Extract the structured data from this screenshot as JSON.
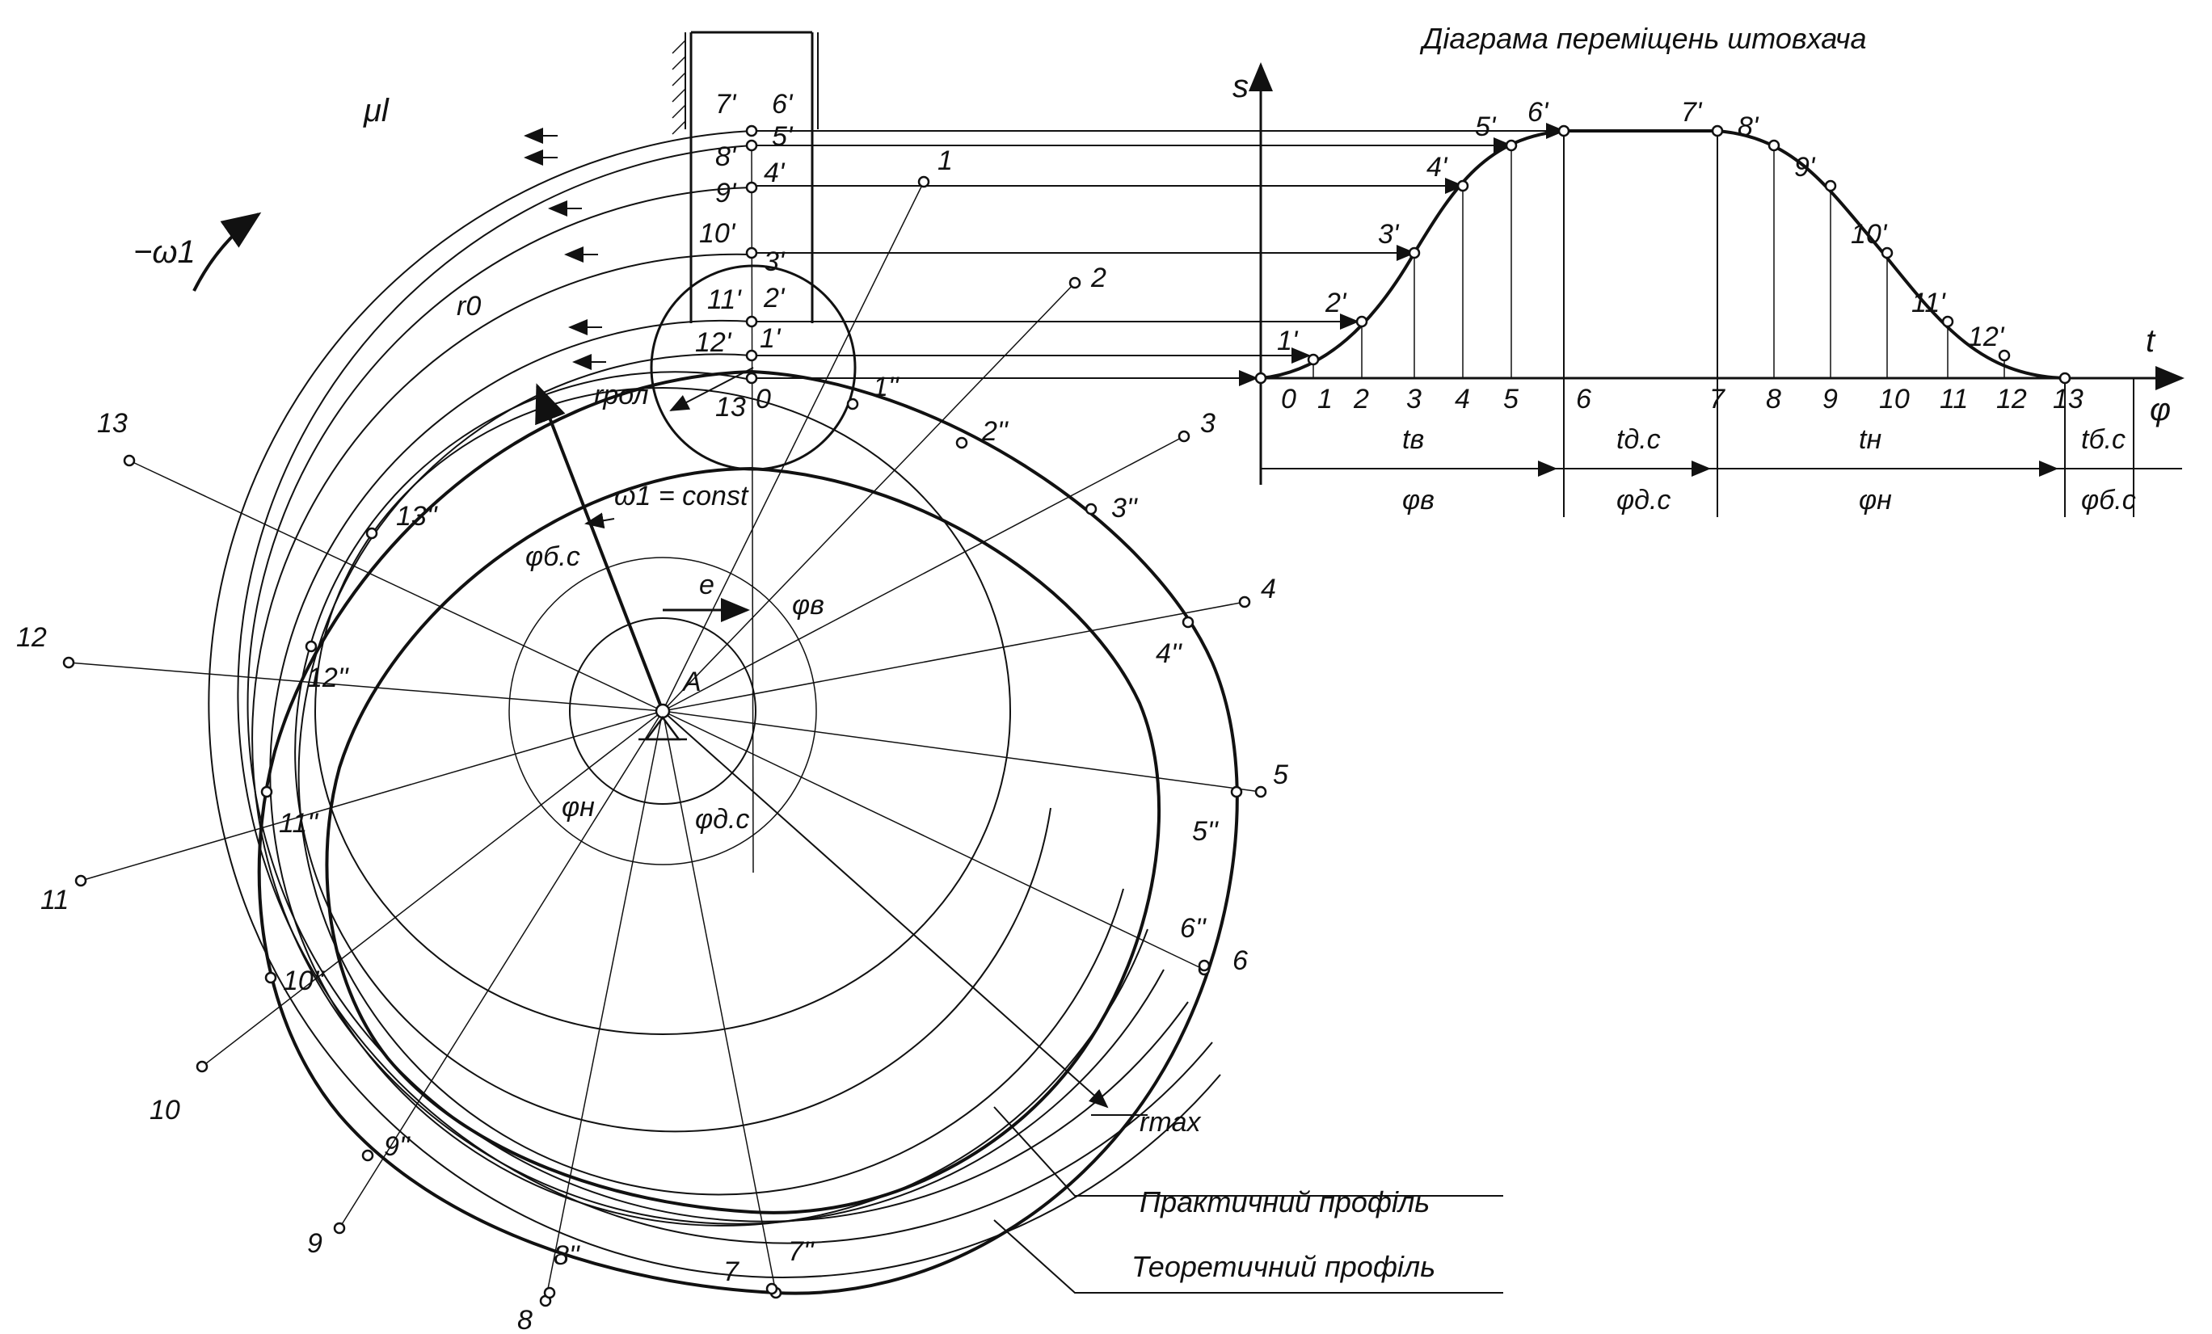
{
  "diagram_title": "Діаграма переміщень штовхача",
  "scale_label": "μl",
  "omega_neg_label": "−ω1",
  "omega_const_label": "ω1 = const",
  "center_label": "A",
  "eccentricity_label": "e",
  "r0_label": "r0",
  "rrol_label": "rрол",
  "rmax_label": "rmax",
  "practical_profile_label": "Практичний профіль",
  "theoretical_profile_label": "Теоретичний профіль",
  "angle_labels": {
    "phi_bs": "φб.с",
    "phi_v": "φв",
    "phi_n": "φн",
    "phi_ds": "φд.с"
  },
  "outer_point_labels": [
    "1",
    "2",
    "3",
    "4",
    "5",
    "6",
    "7",
    "8",
    "9",
    "10",
    "11",
    "12",
    "13"
  ],
  "profile_point_labels": [
    "1''",
    "2''",
    "3''",
    "4''",
    "5''",
    "6''",
    "7''",
    "8''",
    "9''",
    "10''",
    "11''",
    "12''",
    "13''"
  ],
  "follower_point_labels": [
    "0",
    "1'",
    "2'",
    "3'",
    "4'",
    "5'",
    "6'",
    "7'",
    "8'",
    "9'",
    "10'",
    "11'",
    "12'",
    "13"
  ],
  "graph": {
    "s_axis_label": "s",
    "t_axis_label": "t",
    "phi_axis_label": "φ",
    "curve_point_labels": [
      "1'",
      "2'",
      "3'",
      "4'",
      "5'",
      "6'",
      "7'",
      "8'",
      "9'",
      "10'",
      "11'",
      "12'"
    ],
    "tick_labels": [
      "0",
      "1",
      "2",
      "3",
      "4",
      "5",
      "6",
      "7",
      "8",
      "9",
      "10",
      "11",
      "12",
      "13"
    ],
    "phase_time_labels": [
      "tв",
      "tд.с",
      "tн",
      "tб.с"
    ],
    "phase_angle_labels": [
      "φв",
      "φд.с",
      "φн",
      "φб.с"
    ]
  }
}
